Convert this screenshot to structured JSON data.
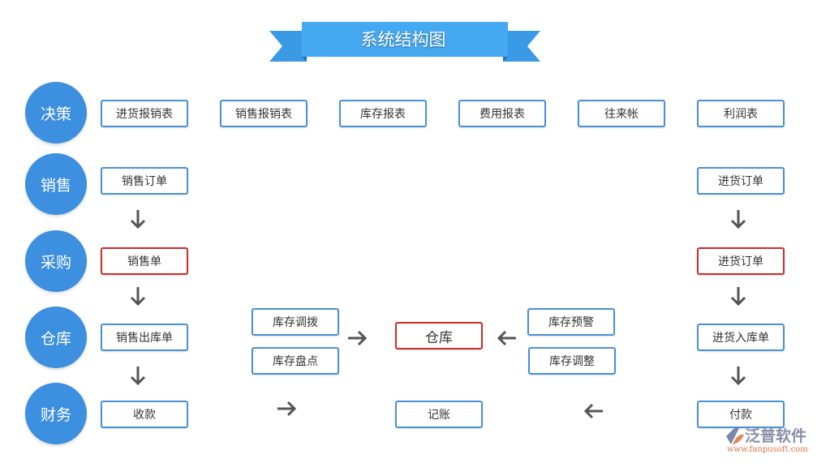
{
  "title": "系统结构图",
  "colors": {
    "accent": "#3d8fe0",
    "box_border": "#4a90d9",
    "highlight_border": "#d02a2a",
    "arrow": "#555555"
  },
  "rows": [
    {
      "label": "决策"
    },
    {
      "label": "销售"
    },
    {
      "label": "采购"
    },
    {
      "label": "仓库"
    },
    {
      "label": "财务"
    }
  ],
  "decision_boxes": [
    "进货报销表",
    "销售报销表",
    "库存报表",
    "费用报表",
    "往来帐",
    "利润表"
  ],
  "left_column": [
    "销售订单",
    "销售单",
    "销售出库单",
    "收款"
  ],
  "right_column": [
    "进货订单",
    "进货订单",
    "进货入库单",
    "付款"
  ],
  "warehouse": {
    "left": [
      "库存调拨",
      "库存盘点"
    ],
    "center": "仓库",
    "right": [
      "库存预警",
      "库存调整"
    ]
  },
  "ledger": "记账",
  "logo": {
    "name": "泛普软件",
    "url": "www.fanpusoft.com"
  }
}
